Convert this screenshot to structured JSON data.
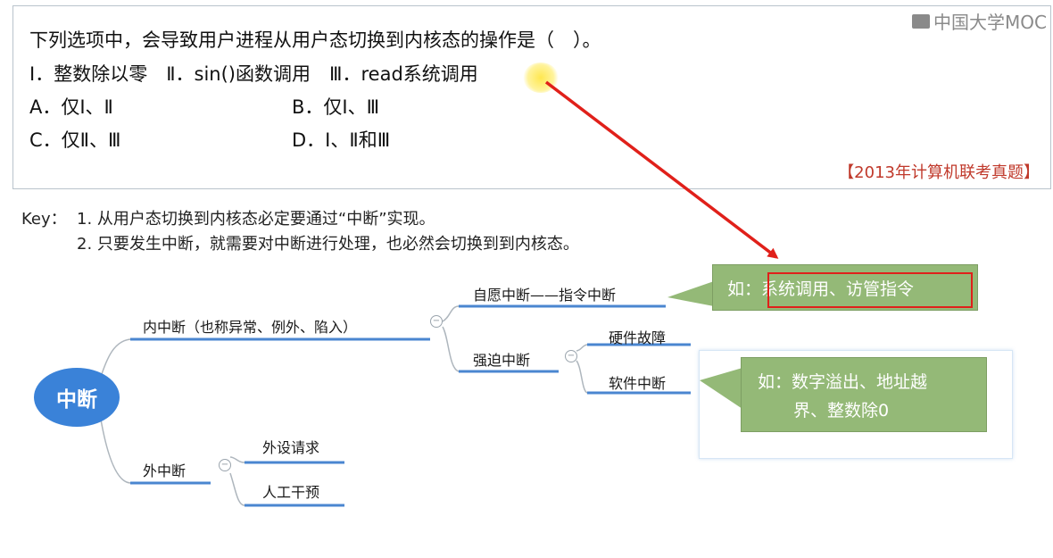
{
  "question": {
    "stem": "下列选项中，会导致用户进程从用户态切换到内核态的操作是（　）。",
    "items": "Ⅰ．整数除以零　Ⅱ．sin()函数调用　Ⅲ．read系统调用",
    "option_a": "A．仅Ⅰ、Ⅱ",
    "option_b": "B．仅Ⅰ、Ⅲ",
    "option_c": "C．仅Ⅱ、Ⅲ",
    "option_d": "D．Ⅰ、Ⅱ和Ⅲ",
    "source": "【2013年计算机联考真题】"
  },
  "watermark": "中国大学MOC",
  "key": {
    "label": "Key：",
    "line1": "1. 从用户态切换到内核态必定要通过“中断”实现。",
    "line2": "2. 只要发生中断，就需要对中断进行处理，也必然会切换到到内核态。"
  },
  "mindmap": {
    "root": "中断",
    "internal": "内中断（也称异常、例外、陷入）",
    "voluntary": "自愿中断——指令中断",
    "forced": "强迫中断",
    "hardware_fault": "硬件故障",
    "software_interrupt": "软件中断",
    "external": "外中断",
    "peripheral_request": "外设请求",
    "manual_intervention": "人工干预",
    "callout_voluntary": "如：系统调用、访管指令",
    "callout_software_line1": "如：数字溢出、地址越",
    "callout_software_line2": "界、整数除0"
  },
  "colors": {
    "root": "#3a82d8",
    "branch_line": "#4a86d0",
    "callout_fill": "#94b977",
    "arrow": "#e0201a",
    "source_text": "#c0392b"
  }
}
